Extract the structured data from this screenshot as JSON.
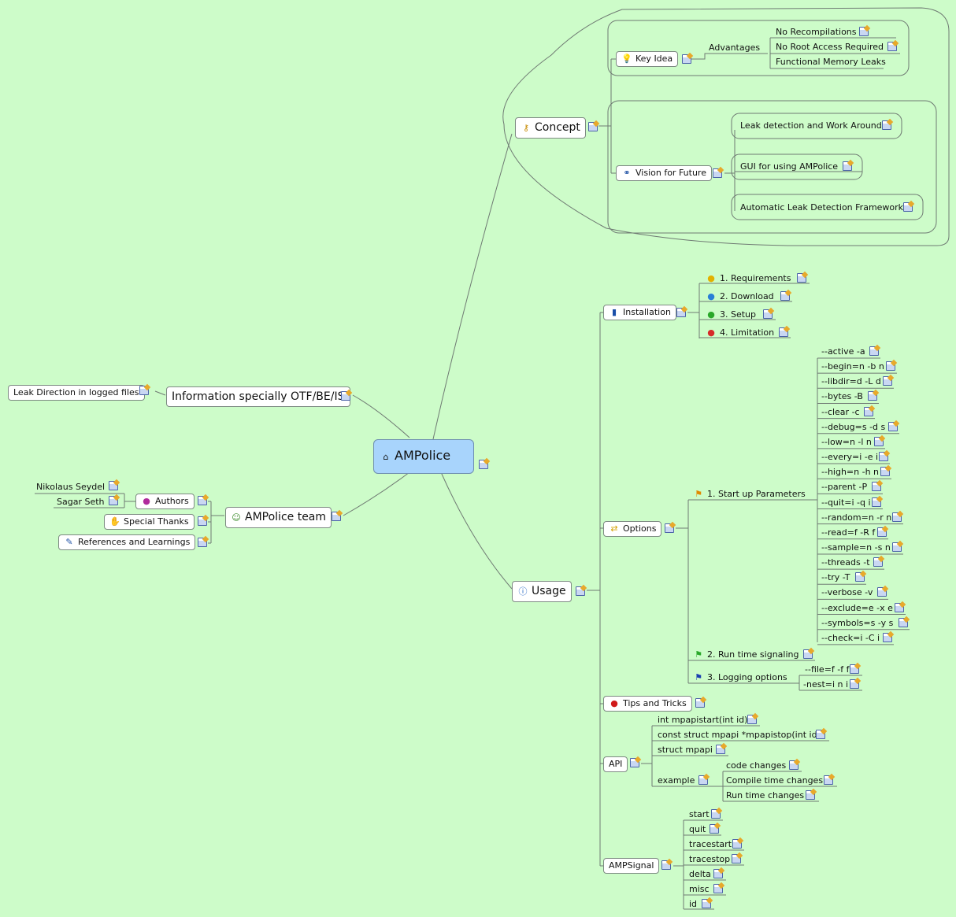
{
  "root": {
    "label": "AMPolice"
  },
  "concept": {
    "label": "Concept",
    "key_idea": {
      "label": "Key Idea",
      "advantages": {
        "label": "Advantages",
        "items": [
          "No Recompilations",
          "No Root Access Required",
          "Functional Memory Leaks"
        ]
      }
    },
    "vision": {
      "label": "Vision for Future",
      "items": [
        "Leak detection and Work Around",
        "GUI for using AMPolice",
        "Automatic Leak Detection Framework."
      ]
    }
  },
  "information": {
    "label": "Information specially OTF/BE/IS",
    "child": "Leak Direction in logged files"
  },
  "team": {
    "label": "AMPolice team",
    "authors": {
      "label": "Authors",
      "names": [
        "Nikolaus Seydel",
        "Sagar Seth"
      ]
    },
    "thanks": "Special Thanks",
    "refs": "References and Learnings"
  },
  "usage": {
    "label": "Usage",
    "installation": {
      "label": "Installation",
      "items": [
        "1. Requirements",
        "2. Download",
        "3. Setup",
        "4. Limitation"
      ]
    },
    "options": {
      "label": "Options",
      "startup": {
        "label": "1. Start up Parameters",
        "params": [
          "--active -a",
          "--begin=n -b n",
          "--libdir=d -L d",
          "--bytes -B",
          "--clear -c",
          "--debug=s -d s",
          "--low=n -l n",
          "--every=i -e i",
          "--high=n -h n",
          "--parent -P",
          "--quit=i -q i",
          "--random=n -r n",
          "--read=f -R f",
          "--sample=n -s n",
          "--threads -t",
          "--try -T",
          "--verbose -v",
          "--exclude=e -x e",
          "--symbols=s -y s",
          "--check=i -C i"
        ]
      },
      "runtime": {
        "label": "2. Run time signaling"
      },
      "logging": {
        "label": "3. Logging options",
        "params": [
          "--file=f -f f",
          "-nest=i n i"
        ]
      }
    },
    "tips": {
      "label": "Tips and Tricks"
    },
    "api": {
      "label": "API",
      "items": [
        "int mpapistart(int id);",
        "const struct mpapi *mpapistop(int id);",
        "struct mpapi",
        "example"
      ],
      "example_items": [
        "code changes",
        "Compile time changes",
        "Run time changes"
      ]
    },
    "ampsignal": {
      "label": "AMPSignal",
      "items": [
        "start",
        "quit",
        "tracestart",
        "tracestop",
        "delta",
        "misc",
        "id"
      ]
    }
  },
  "colors": {
    "background": "#cdfcc9",
    "root": "#a8d4fc",
    "line": "#7d8a82"
  },
  "icons": {
    "root": "house-icon",
    "concept": "key-icon",
    "key_idea": "lightbulb-icon",
    "vision": "glasses-icon",
    "team": "people-icon",
    "authors": "globe-icon",
    "thanks": "handshake-icon",
    "refs": "pencil-icon",
    "usage": "info-icon",
    "installation": "book-icon",
    "options": "arrows-icon",
    "tips": "bomb-icon",
    "flag_orange": "flag-orange-icon",
    "flag_green": "flag-green-icon",
    "flag_blue": "flag-blue-icon",
    "priorities": [
      "yellow-dome-icon",
      "blue-dome-icon",
      "green-dome-icon",
      "red-dome-icon"
    ],
    "note": "note-icon"
  }
}
